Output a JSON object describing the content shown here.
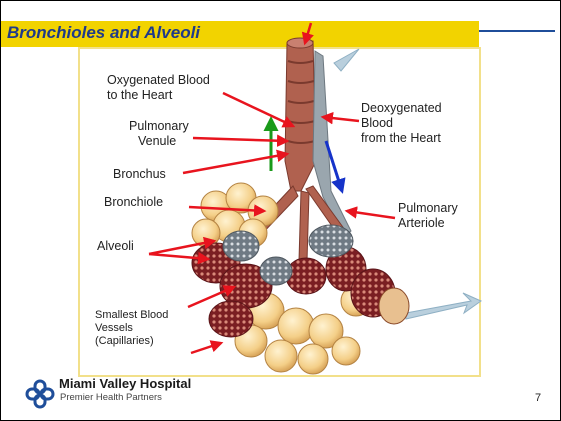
{
  "slide": {
    "title": "Bronchioles and Alveoli",
    "page_number": "7"
  },
  "labels": {
    "oxygenated_line1": "Oxygenated Blood",
    "oxygenated_line2": "to the Heart",
    "venule_line1": "Pulmonary",
    "venule_line2": "Venule",
    "bronchus": "Bronchus",
    "bronchiole": "Bronchiole",
    "alveoli": "Alveoli",
    "capillaries_line1": "Smallest Blood",
    "capillaries_line2": "Vessels",
    "capillaries_line3": "(Capillaries)",
    "deoxygenated_line1": "Deoxygenated",
    "deoxygenated_line2": "Blood",
    "deoxygenated_line3": "from the Heart",
    "arteriole_line1": "Pulmonary",
    "arteriole_line2": "Arteriole"
  },
  "footer": {
    "org_name": "Miami Valley Hospital",
    "org_subtitle": "Premier Health Partners"
  },
  "colors": {
    "title_bar": "#f2d300",
    "title_text": "#1f3a8a",
    "pointer_arrows": "#e8141e",
    "oxygenated_flow_arrow": "#1a9a1a",
    "deoxygenated_flow_arrow": "#1633c9",
    "logo": "#1f4e9a"
  },
  "icons": {
    "logo": "interlocking-rings-cross-icon"
  }
}
